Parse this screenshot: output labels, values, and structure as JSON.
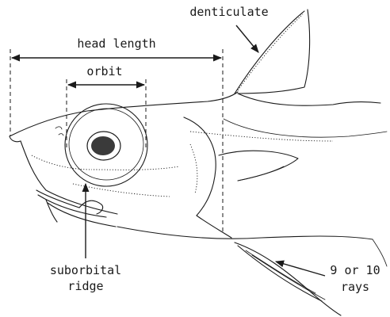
{
  "labels": {
    "denticulate": "denticulate",
    "head_length": "head length",
    "orbit": "orbit",
    "suborbital_ridge_line1": "suborbital",
    "suborbital_ridge_line2": "ridge",
    "rays_line1": "9 or 10",
    "rays_line2": "rays"
  },
  "colors": {
    "ink": "#1a1a1a",
    "pupil": "#3a3a3a",
    "background": "#ffffff"
  }
}
